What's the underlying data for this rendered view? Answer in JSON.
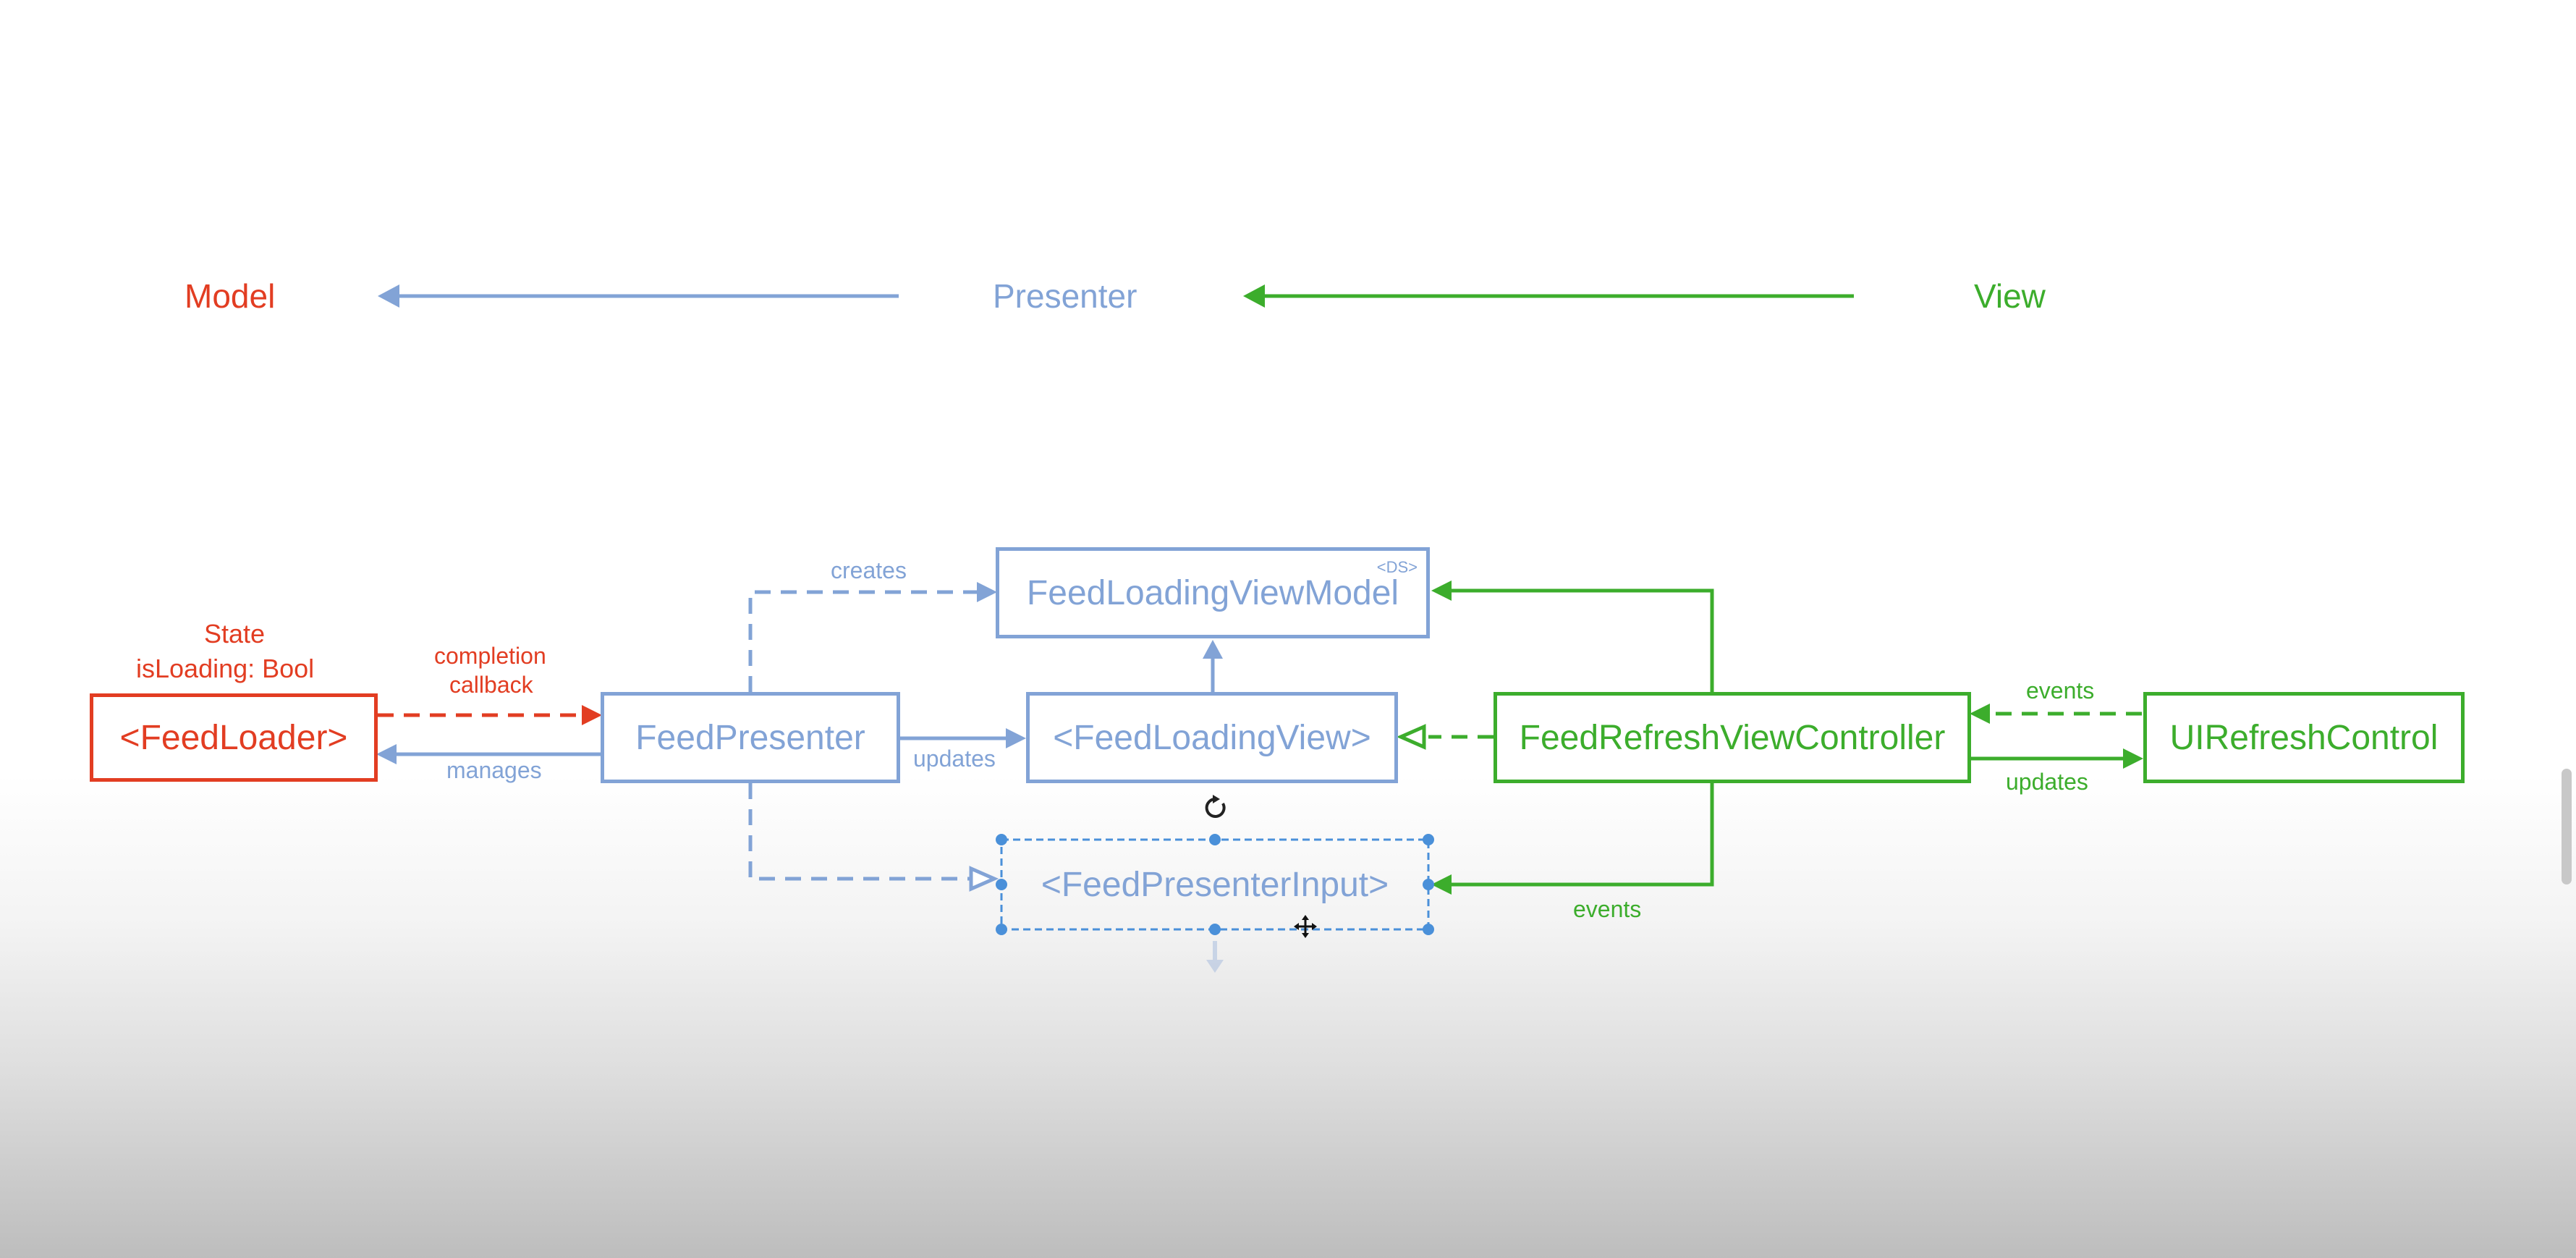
{
  "colors": {
    "model": "#e23d22",
    "presenter": "#82a3d6",
    "view": "#3cad2c",
    "selection": "#4a90d9"
  },
  "header": {
    "model": "Model",
    "presenter": "Presenter",
    "view": "View"
  },
  "boxes": {
    "feed_loader": "<FeedLoader>",
    "feed_presenter": "FeedPresenter",
    "feed_loading_view_model": "FeedLoadingViewModel",
    "feed_loading_view": "<FeedLoadingView>",
    "feed_presenter_input": "<FeedPresenterInput>",
    "feed_refresh_view_controller": "FeedRefreshViewController",
    "ui_refresh_control": "UIRefreshControl"
  },
  "tags": {
    "ds": "<DS>"
  },
  "labels": {
    "state": "State",
    "is_loading": "isLoading: Bool",
    "completion": "completion",
    "callback": "callback",
    "manages": "manages",
    "creates": "creates",
    "updates_presenter": "updates",
    "events_control": "events",
    "updates_control": "updates",
    "events_controller": "events"
  },
  "icons": {
    "rotate": "rotate-handle-icon",
    "move": "move-cursor-icon"
  }
}
